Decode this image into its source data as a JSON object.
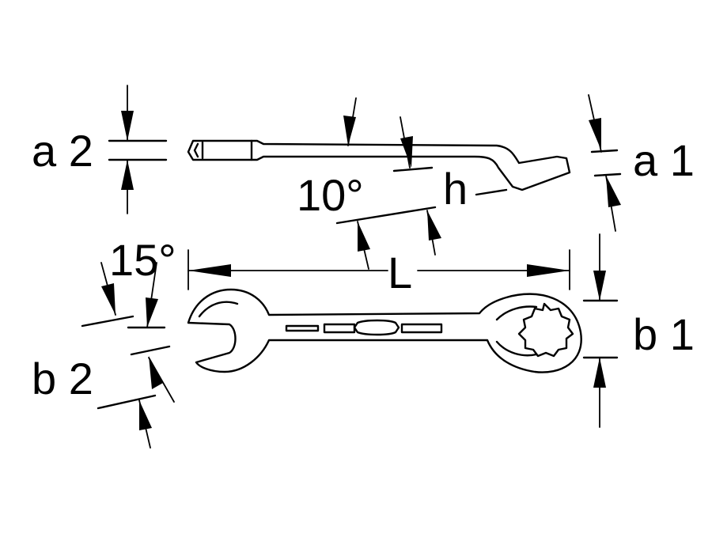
{
  "labels": {
    "a2": "a 2",
    "a1": "a 1",
    "angle_10": "10°",
    "h": "h",
    "angle_15": "15°",
    "L": "L",
    "b1": "b 1",
    "b2": "b 2"
  },
  "colors": {
    "ink": "#000000",
    "background": "#ffffff"
  }
}
